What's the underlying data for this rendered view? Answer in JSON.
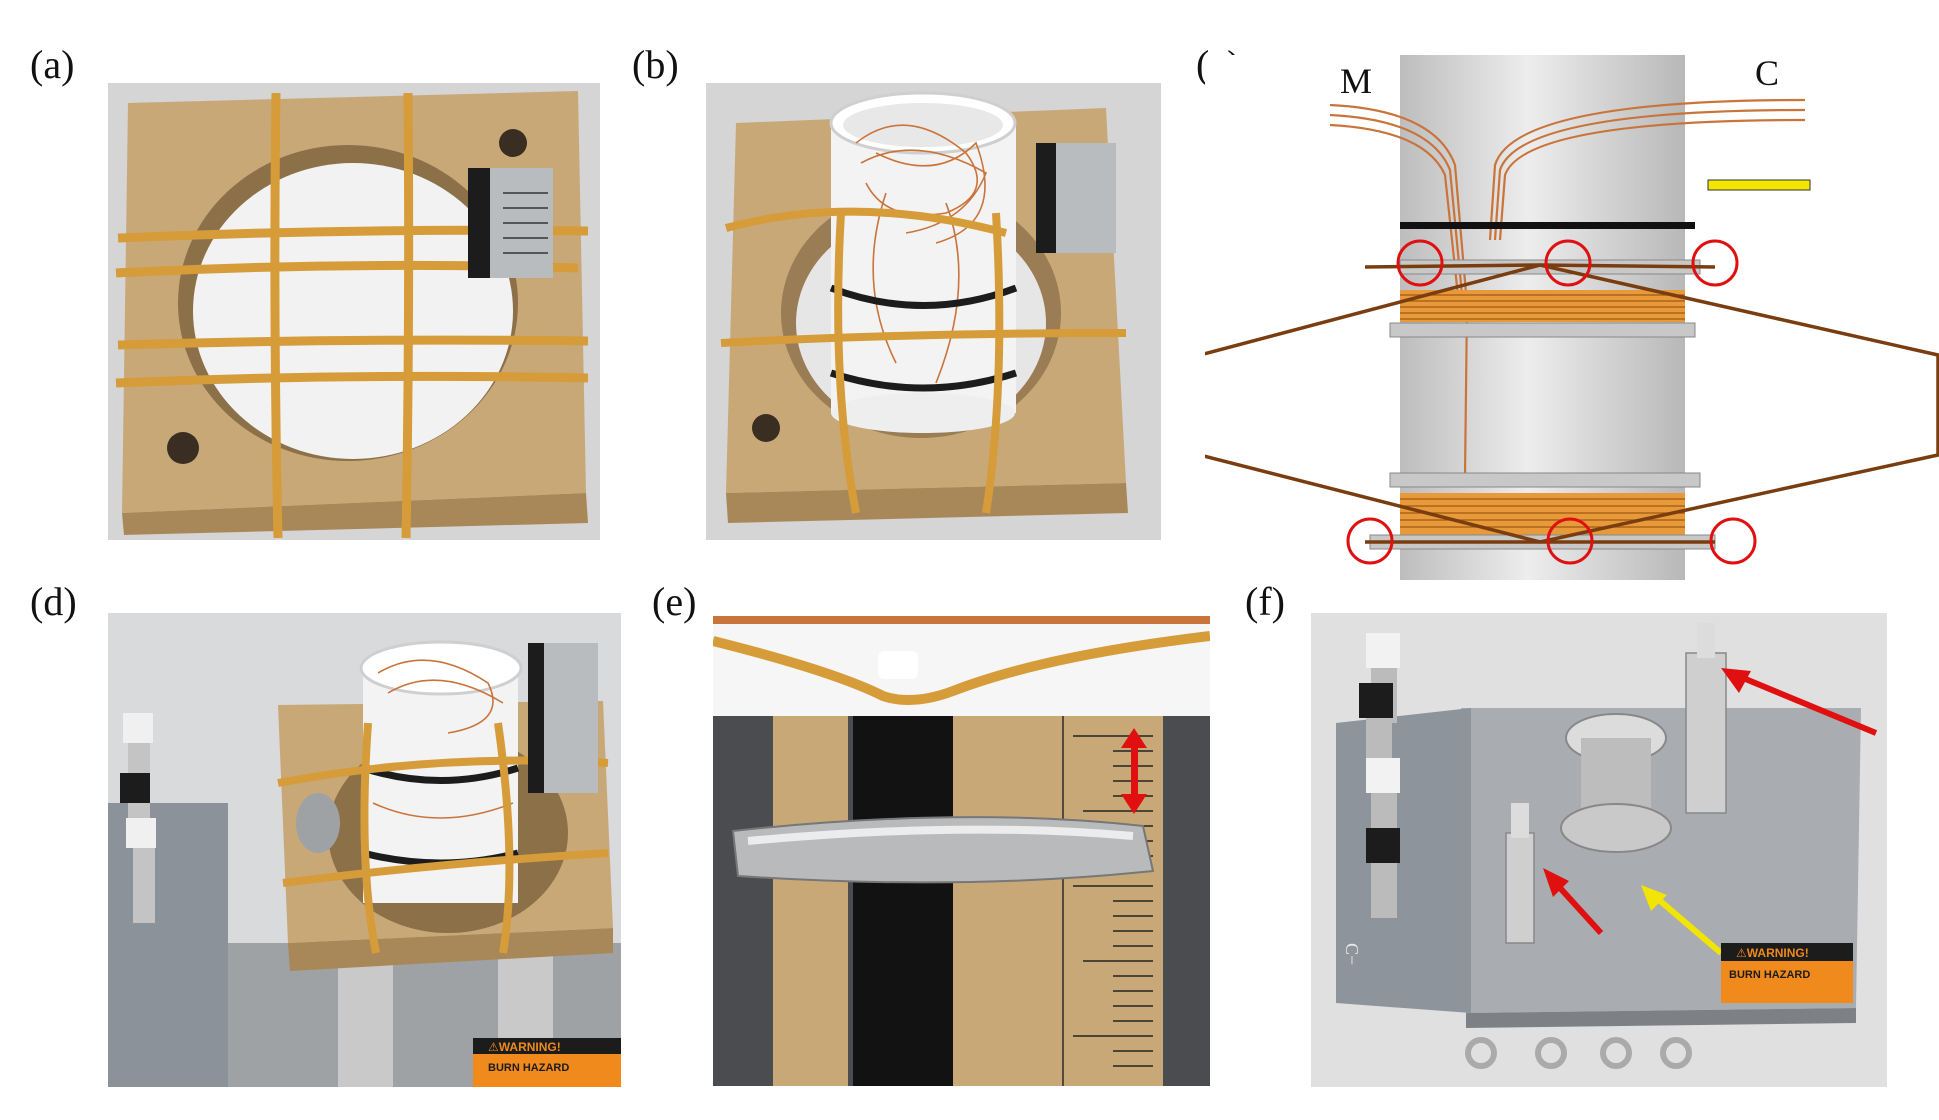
{
  "labels": {
    "a": "(a)",
    "b": "(b)",
    "c": "(c)",
    "d": "(d)",
    "e": "(e)",
    "f": "(f)"
  },
  "diagram": {
    "left_wire_label": "M",
    "right_wire_label": "C"
  },
  "warning": {
    "title": "⚠WARNING!",
    "line1": "BURN HAZARD",
    "line2_d": "BURN HAZARD"
  },
  "panel_f": {
    "side_text": "C−"
  },
  "colors": {
    "wood": "#c9a878",
    "rubber_band": "#d69c3a",
    "copper": "#c9743b",
    "red_marker": "#e01010",
    "yellow_marker": "#f2e600",
    "orange_label": "#f08a1c",
    "frame_line": "#7a3d10"
  }
}
